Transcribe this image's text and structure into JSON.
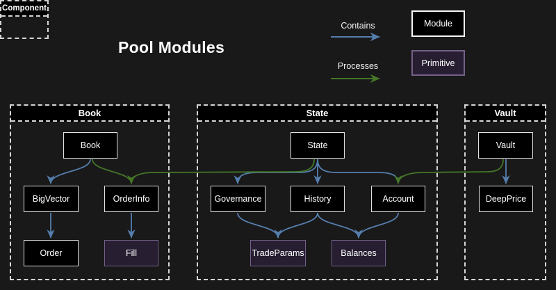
{
  "title": "Pool Modules",
  "legend": {
    "arrows": [
      {
        "label": "Contains",
        "type": "contains",
        "color": "#557ead"
      },
      {
        "label": "Processes",
        "type": "processes",
        "color": "#447628"
      }
    ],
    "module_label": "Module",
    "primitive_label": "Primitive",
    "component_label": "Component"
  },
  "colors": {
    "background": "#191919",
    "module_fill": "#000000",
    "module_border": "#e3e3e3",
    "primitive_fill": "#271e31",
    "primitive_border": "#75608a",
    "container_dash": "#d6d6d6",
    "contains_arrow": "#557ead",
    "processes_arrow": "#447628"
  },
  "sections": [
    {
      "id": "book",
      "label": "Book",
      "nodes": [
        {
          "id": "book",
          "label": "Book",
          "kind": "module"
        },
        {
          "id": "bigvector",
          "label": "BigVector",
          "kind": "module"
        },
        {
          "id": "orderinfo",
          "label": "OrderInfo",
          "kind": "module"
        },
        {
          "id": "order",
          "label": "Order",
          "kind": "module"
        },
        {
          "id": "fill",
          "label": "Fill",
          "kind": "primitive"
        }
      ]
    },
    {
      "id": "state",
      "label": "State",
      "nodes": [
        {
          "id": "state",
          "label": "State",
          "kind": "module"
        },
        {
          "id": "governance",
          "label": "Governance",
          "kind": "module"
        },
        {
          "id": "history",
          "label": "History",
          "kind": "module"
        },
        {
          "id": "account",
          "label": "Account",
          "kind": "module"
        },
        {
          "id": "tradeparams",
          "label": "TradeParams",
          "kind": "primitive"
        },
        {
          "id": "balances",
          "label": "Balances",
          "kind": "primitive"
        }
      ]
    },
    {
      "id": "vault",
      "label": "Vault",
      "nodes": [
        {
          "id": "vault",
          "label": "Vault",
          "kind": "module"
        },
        {
          "id": "deepprice",
          "label": "DeepPrice",
          "kind": "module"
        }
      ]
    }
  ],
  "edges": [
    {
      "from": "book",
      "to": "bigvector",
      "type": "contains"
    },
    {
      "from": "bigvector",
      "to": "order",
      "type": "contains"
    },
    {
      "from": "orderinfo",
      "to": "fill",
      "type": "contains"
    },
    {
      "from": "state",
      "to": "governance",
      "type": "contains"
    },
    {
      "from": "state",
      "to": "history",
      "type": "contains"
    },
    {
      "from": "state",
      "to": "account",
      "type": "contains"
    },
    {
      "from": "governance",
      "to": "tradeparams",
      "type": "contains"
    },
    {
      "from": "history",
      "to": "tradeparams",
      "type": "contains"
    },
    {
      "from": "history",
      "to": "balances",
      "type": "contains"
    },
    {
      "from": "account",
      "to": "balances",
      "type": "contains"
    },
    {
      "from": "vault",
      "to": "deepprice",
      "type": "contains"
    },
    {
      "from": "book",
      "to": "orderinfo",
      "type": "processes"
    },
    {
      "from": "state",
      "to": "orderinfo",
      "type": "processes"
    },
    {
      "from": "vault",
      "to": "account",
      "type": "processes"
    }
  ]
}
